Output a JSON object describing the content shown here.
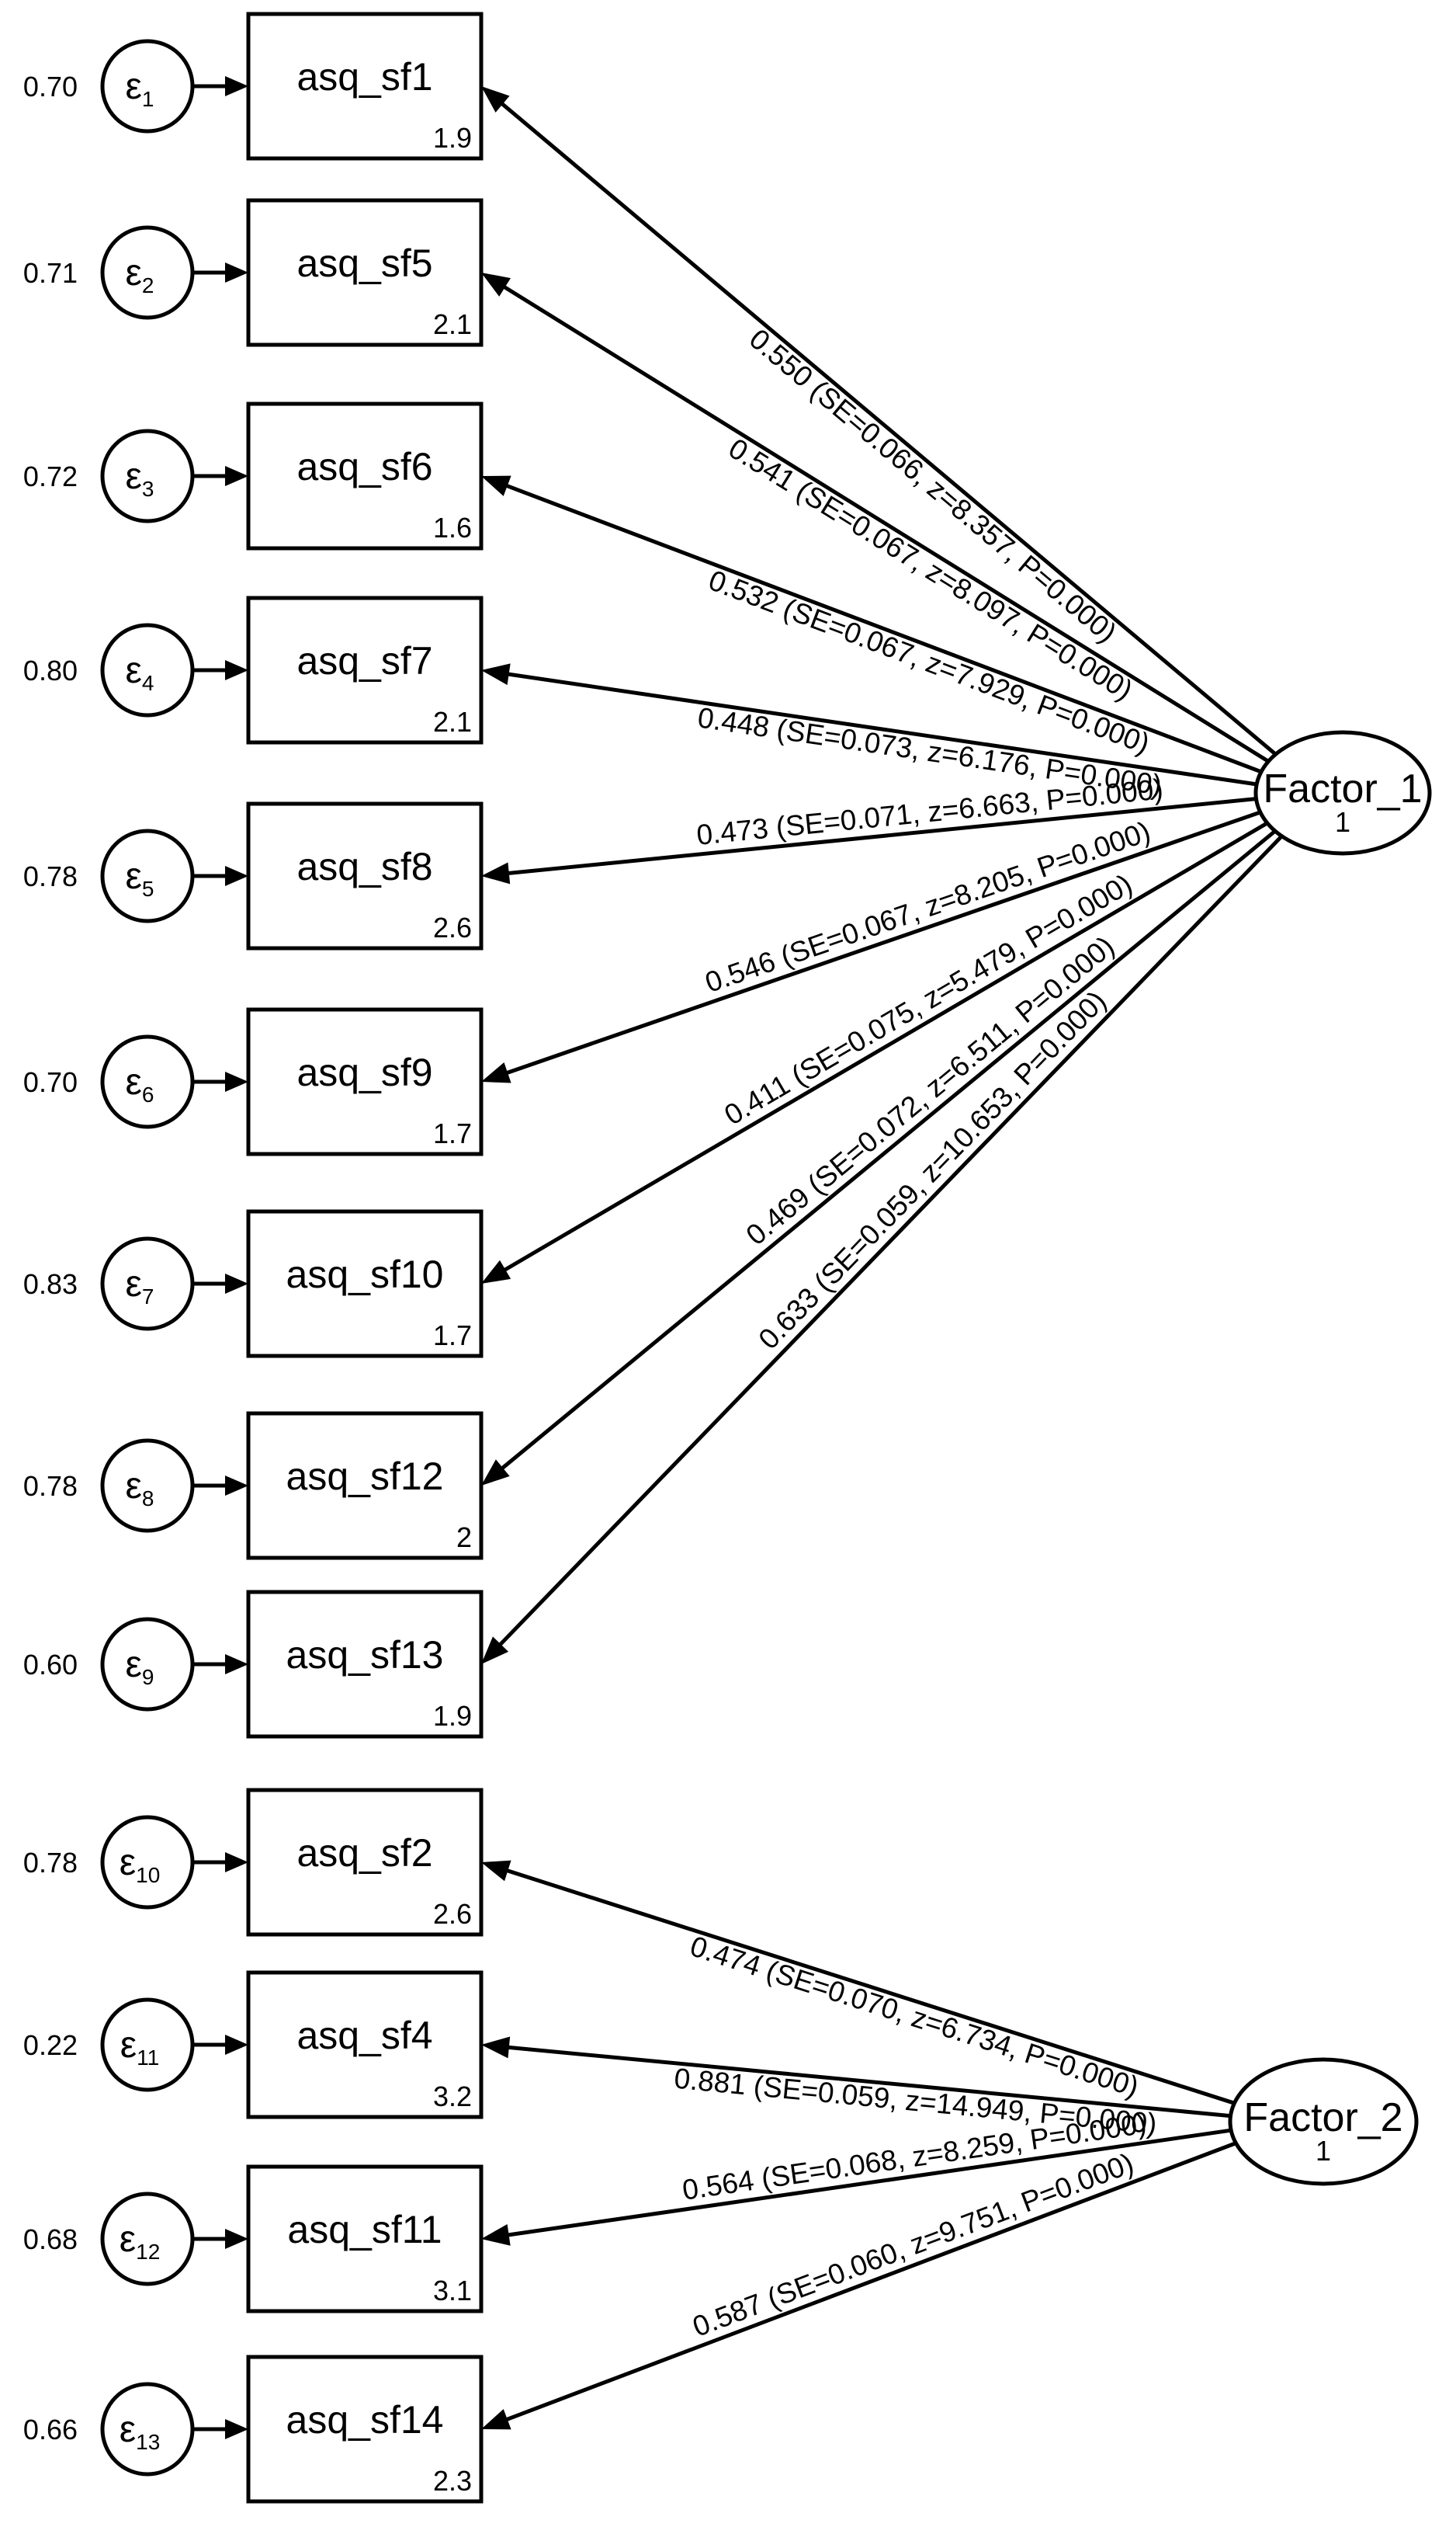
{
  "factors": [
    {
      "name": "Factor_1",
      "variance": "1"
    },
    {
      "name": "Factor_2",
      "variance": "1"
    }
  ],
  "indicators": [
    {
      "name": "asq_sf1",
      "intercept": "1.9",
      "error_symbol": "ε",
      "error_index": "1",
      "error_variance": "0.70",
      "factor": 0,
      "loading_label": "0.550 (SE=0.066, z=8.357, P=0.000)"
    },
    {
      "name": "asq_sf5",
      "intercept": "2.1",
      "error_symbol": "ε",
      "error_index": "2",
      "error_variance": "0.71",
      "factor": 0,
      "loading_label": "0.541 (SE=0.067, z=8.097, P=0.000)"
    },
    {
      "name": "asq_sf6",
      "intercept": "1.6",
      "error_symbol": "ε",
      "error_index": "3",
      "error_variance": "0.72",
      "factor": 0,
      "loading_label": "0.532 (SE=0.067, z=7.929, P=0.000)"
    },
    {
      "name": "asq_sf7",
      "intercept": "2.1",
      "error_symbol": "ε",
      "error_index": "4",
      "error_variance": "0.80",
      "factor": 0,
      "loading_label": "0.448 (SE=0.073, z=6.176, P=0.000)"
    },
    {
      "name": "asq_sf8",
      "intercept": "2.6",
      "error_symbol": "ε",
      "error_index": "5",
      "error_variance": "0.78",
      "factor": 0,
      "loading_label": "0.473 (SE=0.071, z=6.663, P=0.000)"
    },
    {
      "name": "asq_sf9",
      "intercept": "1.7",
      "error_symbol": "ε",
      "error_index": "6",
      "error_variance": "0.70",
      "factor": 0,
      "loading_label": "0.546 (SE=0.067, z=8.205, P=0.000)"
    },
    {
      "name": "asq_sf10",
      "intercept": "1.7",
      "error_symbol": "ε",
      "error_index": "7",
      "error_variance": "0.83",
      "factor": 0,
      "loading_label": "0.411 (SE=0.075, z=5.479, P=0.000)"
    },
    {
      "name": "asq_sf12",
      "intercept": "2",
      "error_symbol": "ε",
      "error_index": "8",
      "error_variance": "0.78",
      "factor": 0,
      "loading_label": "0.469 (SE=0.072, z=6.511, P=0.000)"
    },
    {
      "name": "asq_sf13",
      "intercept": "1.9",
      "error_symbol": "ε",
      "error_index": "9",
      "error_variance": "0.60",
      "factor": 0,
      "loading_label": "0.633 (SE=0.059, z=10.653, P=0.000)"
    },
    {
      "name": "asq_sf2",
      "intercept": "2.6",
      "error_symbol": "ε",
      "error_index": "10",
      "error_variance": "0.78",
      "factor": 1,
      "loading_label": "0.474 (SE=0.070, z=6.734, P=0.000)"
    },
    {
      "name": "asq_sf4",
      "intercept": "3.2",
      "error_symbol": "ε",
      "error_index": "11",
      "error_variance": "0.22",
      "factor": 1,
      "loading_label": "0.881 (SE=0.059, z=14.949, P=0.000)"
    },
    {
      "name": "asq_sf11",
      "intercept": "3.1",
      "error_symbol": "ε",
      "error_index": "12",
      "error_variance": "0.68",
      "factor": 1,
      "loading_label": "0.564 (SE=0.068, z=8.259, P=0.000)"
    },
    {
      "name": "asq_sf14",
      "intercept": "2.3",
      "error_symbol": "ε",
      "error_index": "13",
      "error_variance": "0.66",
      "factor": 1,
      "loading_label": "0.587 (SE=0.060, z=9.751, P=0.000)"
    }
  ]
}
